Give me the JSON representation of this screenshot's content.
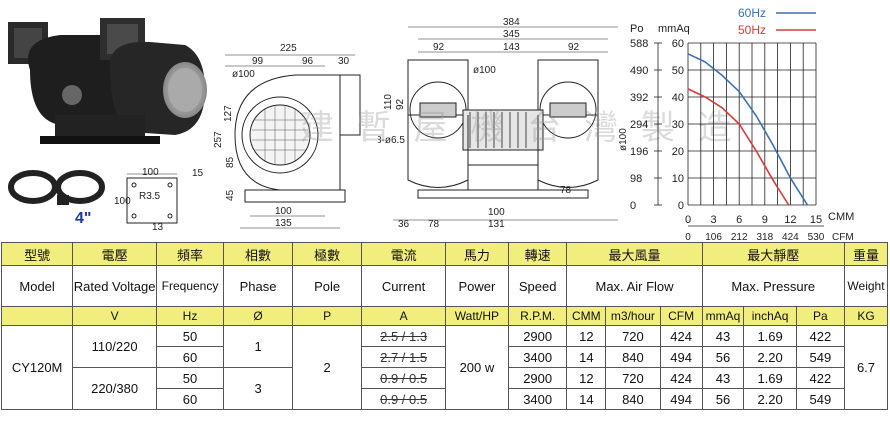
{
  "drawing": {
    "inlet_size": "4\"",
    "bracket_dims": {
      "d1": "100",
      "d2": "15",
      "d3": "R3.5",
      "d4": "100",
      "d5": "13"
    },
    "side_view": {
      "overall_width": "225",
      "w1": "99",
      "w2": "96",
      "w3": "30",
      "diam": "ø100",
      "h1": "127",
      "h2": "257",
      "h3": "85",
      "h4": "45",
      "base1": "100",
      "base2": "135"
    },
    "front_view": {
      "overall": "384",
      "inner": "345",
      "left": "92",
      "mid": "143",
      "right": "92",
      "diam_top": "ø100",
      "h1": "110",
      "h2": "92",
      "hole": "8-ø6.5",
      "diam_side": "ø100",
      "w78": "78",
      "b1": "36",
      "b2": "78",
      "b3": "100",
      "b4": "131"
    }
  },
  "watermark": "建 暫 屋 機   台 灣 製 造",
  "chart_data": {
    "type": "line",
    "y_left_label": "Po",
    "y_right_label": "mmAq",
    "y_left_ticks": [
      "588",
      "490",
      "392",
      "294",
      "196",
      "98",
      "0"
    ],
    "y_right_ticks": [
      "60",
      "50",
      "40",
      "30",
      "20",
      "10",
      "0"
    ],
    "x_cmm_label": "CMM",
    "x_cmm_ticks": [
      "0",
      "3",
      "6",
      "9",
      "12",
      "15"
    ],
    "x_cfm_label": "CFM",
    "x_cfm_ticks": [
      "0",
      "106",
      "212",
      "318",
      "424",
      "530"
    ],
    "xlim": [
      0,
      15
    ],
    "ylim": [
      0,
      60
    ],
    "series": [
      {
        "name": "60Hz",
        "color": "#3a6fb5",
        "x": [
          0,
          2,
          4,
          6,
          8,
          10,
          12,
          14
        ],
        "y": [
          56,
          53,
          48,
          42,
          33,
          22,
          10,
          0
        ]
      },
      {
        "name": "50Hz",
        "color": "#d93a3a",
        "x": [
          0,
          2,
          4,
          6,
          8,
          10,
          11.8
        ],
        "y": [
          43,
          40,
          36,
          30,
          20,
          9,
          0
        ]
      }
    ]
  },
  "table": {
    "headers_zh": [
      "型號",
      "電壓",
      "頻率",
      "相數",
      "極數",
      "電流",
      "馬力",
      "轉速",
      "最大風量",
      "最大靜壓",
      "重量"
    ],
    "headers_en": [
      "Model",
      "Rated Voltage",
      "Frequency",
      "Phase",
      "Pole",
      "Current",
      "Power",
      "Speed",
      "Max. Air Flow",
      "Max. Pressure",
      "Weight"
    ],
    "units": [
      "V",
      "Hz",
      "Ø",
      "P",
      "A",
      "Watt/HP",
      "R.P.M.",
      "CMM",
      "m3/hour",
      "CFM",
      "mmAq",
      "inchAq",
      "Pa",
      "KG"
    ],
    "model": "CY120M",
    "voltages": [
      "110/220",
      "220/380"
    ],
    "phases": [
      "1",
      "3"
    ],
    "pole": "2",
    "power": "200 w",
    "weight": "6.7",
    "rows": [
      {
        "hz": "50",
        "current": "2.5 / 1.3",
        "rpm": "2900",
        "cmm": "12",
        "m3h": "720",
        "cfm": "424",
        "mmaq": "43",
        "inchaq": "1.69",
        "pa": "422"
      },
      {
        "hz": "60",
        "current": "2.7 / 1.5",
        "rpm": "3400",
        "cmm": "14",
        "m3h": "840",
        "cfm": "494",
        "mmaq": "56",
        "inchaq": "2.20",
        "pa": "549"
      },
      {
        "hz": "50",
        "current": "0.9 / 0.5",
        "rpm": "2900",
        "cmm": "12",
        "m3h": "720",
        "cfm": "424",
        "mmaq": "43",
        "inchaq": "1.69",
        "pa": "422"
      },
      {
        "hz": "60",
        "current": "0.9 / 0.5",
        "rpm": "3400",
        "cmm": "14",
        "m3h": "840",
        "cfm": "494",
        "mmaq": "56",
        "inchaq": "2.20",
        "pa": "549"
      }
    ]
  }
}
